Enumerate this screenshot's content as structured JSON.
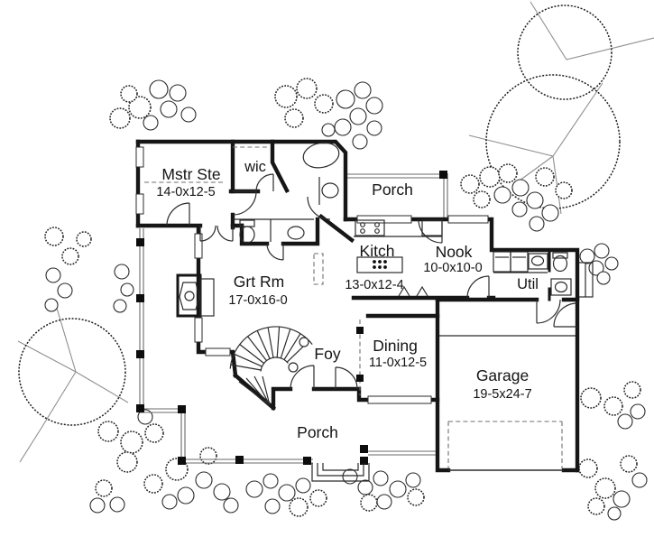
{
  "plan": {
    "rooms": {
      "mstr_ste": {
        "label": "Mstr Ste",
        "dims": "14-0x12-5"
      },
      "wic": {
        "label": "wic"
      },
      "porch_top": {
        "label": "Porch"
      },
      "kitch": {
        "label": "Kitch",
        "dims": "13-0x12-4"
      },
      "nook": {
        "label": "Nook",
        "dims": "10-0x10-0"
      },
      "util": {
        "label": "Util"
      },
      "grt_rm": {
        "label": "Grt Rm",
        "dims": "17-0x16-0"
      },
      "foy": {
        "label": "Foy"
      },
      "dining": {
        "label": "Dining",
        "dims": "11-0x12-5"
      },
      "garage": {
        "label": "Garage",
        "dims": "19-5x24-7"
      },
      "porch_bottom": {
        "label": "Porch"
      }
    },
    "colors": {
      "wall": "#161616",
      "thin_line": "#2b2b2b",
      "site_line": "#8f8f8f",
      "background": "#ffffff"
    }
  }
}
